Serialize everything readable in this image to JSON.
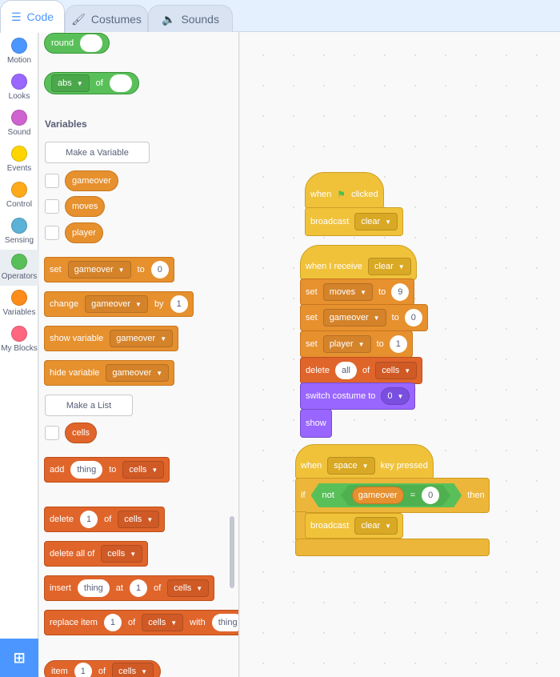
{
  "tabs": {
    "code": "Code",
    "costumes": "Costumes",
    "sounds": "Sounds"
  },
  "categories": [
    {
      "label": "Motion",
      "color": "#4c97ff"
    },
    {
      "label": "Looks",
      "color": "#9966ff"
    },
    {
      "label": "Sound",
      "color": "#cf63cf"
    },
    {
      "label": "Events",
      "color": "#ffd500"
    },
    {
      "label": "Control",
      "color": "#ffab19"
    },
    {
      "label": "Sensing",
      "color": "#5cb1d6"
    },
    {
      "label": "Operators",
      "color": "#59c059"
    },
    {
      "label": "Variables",
      "color": "#ff8c1a"
    },
    {
      "label": "My Blocks",
      "color": "#ff6680"
    }
  ],
  "palette": {
    "round": "round",
    "abs": "abs",
    "of": "of",
    "variables_title": "Variables",
    "make_variable": "Make a Variable",
    "vars": [
      "gameover",
      "moves",
      "player"
    ],
    "set": {
      "label": "set",
      "var": "gameover",
      "to": "to",
      "value": "0"
    },
    "change": {
      "label": "change",
      "var": "gameover",
      "by": "by",
      "value": "1"
    },
    "show_variable": {
      "label": "show variable",
      "var": "gameover"
    },
    "hide_variable": {
      "label": "hide variable",
      "var": "gameover"
    },
    "make_list": "Make a List",
    "list_name": "cells",
    "add": {
      "label": "add",
      "value": "thing",
      "to": "to",
      "list": "cells"
    },
    "delete": {
      "label": "delete",
      "value": "1",
      "of": "of",
      "list": "cells"
    },
    "delete_all": {
      "label": "delete all of",
      "list": "cells"
    },
    "insert": {
      "label": "insert",
      "value": "thing",
      "at": "at",
      "index": "1",
      "of": "of",
      "list": "cells"
    },
    "replace": {
      "label": "replace item",
      "index": "1",
      "of": "of",
      "list": "cells",
      "with": "with",
      "value": "thing"
    },
    "item": {
      "label": "item",
      "index": "1",
      "of": "of",
      "list": "cells"
    }
  },
  "script": {
    "when_flag": {
      "when": "when",
      "clicked": "clicked"
    },
    "broadcast1": {
      "label": "broadcast",
      "msg": "clear"
    },
    "receive": {
      "label": "when I receive",
      "msg": "clear"
    },
    "set_moves": {
      "label": "set",
      "var": "moves",
      "to": "to",
      "value": "9"
    },
    "set_gameover": {
      "label": "set",
      "var": "gameover",
      "to": "to",
      "value": "0"
    },
    "set_player": {
      "label": "set",
      "var": "player",
      "to": "to",
      "value": "1"
    },
    "delete_all": {
      "label": "delete",
      "value": "all",
      "of": "of",
      "list": "cells"
    },
    "switch_costume": {
      "label": "switch costume to",
      "value": "0"
    },
    "show": "show",
    "key": {
      "when": "when",
      "key": "space",
      "pressed": "key pressed"
    },
    "if": {
      "label": "if",
      "not": "not",
      "var": "gameover",
      "eq": "=",
      "value": "0",
      "then": "then"
    },
    "broadcast2": {
      "label": "broadcast",
      "msg": "clear"
    }
  }
}
